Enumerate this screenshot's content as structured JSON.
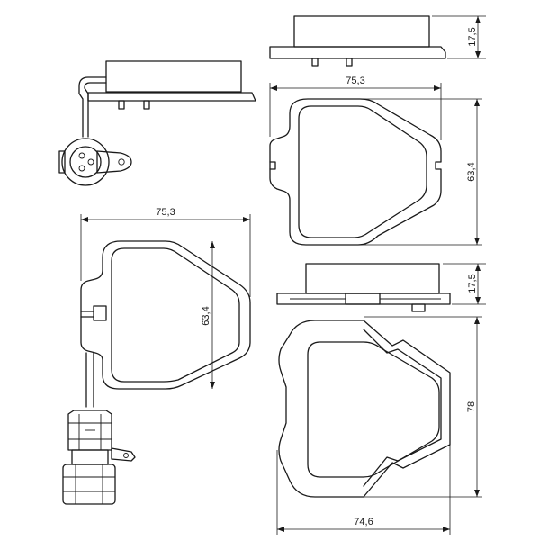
{
  "dimensions": {
    "top_right_side_thickness": "17,5",
    "top_right_width": "75,3",
    "top_right_height": "63,4",
    "left_width": "75,3",
    "left_height": "63,4",
    "bottom_right_side_thickness": "17,5",
    "bottom_right_height": "78",
    "bottom_right_width": "74,6"
  },
  "colors": {
    "line": "#1a1a1a",
    "background": "#ffffff"
  }
}
